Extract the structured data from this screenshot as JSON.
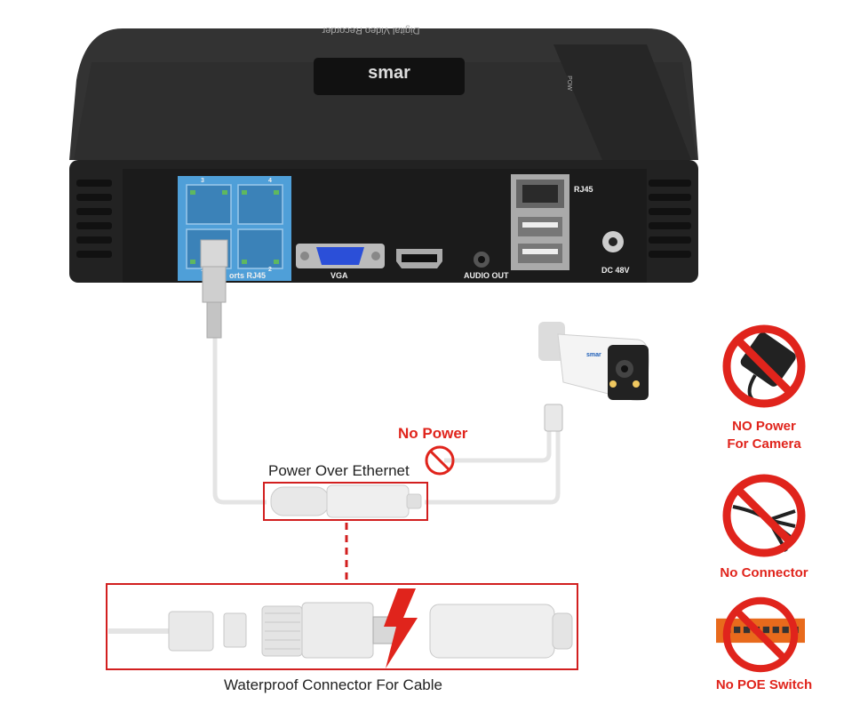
{
  "device": {
    "brand_badge": "smar",
    "top_engraving": "Digital Video Recorder",
    "power_led_text": "POW",
    "ports": {
      "poe_label": "orts RJ45",
      "poe_numbers": [
        "3",
        "4",
        "1",
        "2"
      ],
      "vga": "VGA",
      "audio_out": "AUDIO OUT",
      "rj45": "RJ45",
      "dc": "DC 48V"
    }
  },
  "camera": {
    "brand": "smar"
  },
  "labels": {
    "no_power": "No Power",
    "poe": "Power Over Ethernet",
    "waterproof": "Waterproof Connector For Cable"
  },
  "prohibited": [
    {
      "line1": "NO Power",
      "line2": "For Camera",
      "icon": "power-adapter-icon"
    },
    {
      "line1": "No Connector",
      "line2": "",
      "icon": "splitter-cable-icon"
    },
    {
      "line1": "No POE Switch",
      "line2": "",
      "icon": "poe-switch-icon"
    }
  ],
  "colors": {
    "accent_red": "#e0241c",
    "nvr_body": "#2b2b2b",
    "poe_panel_blue": "#4f9fd8"
  }
}
